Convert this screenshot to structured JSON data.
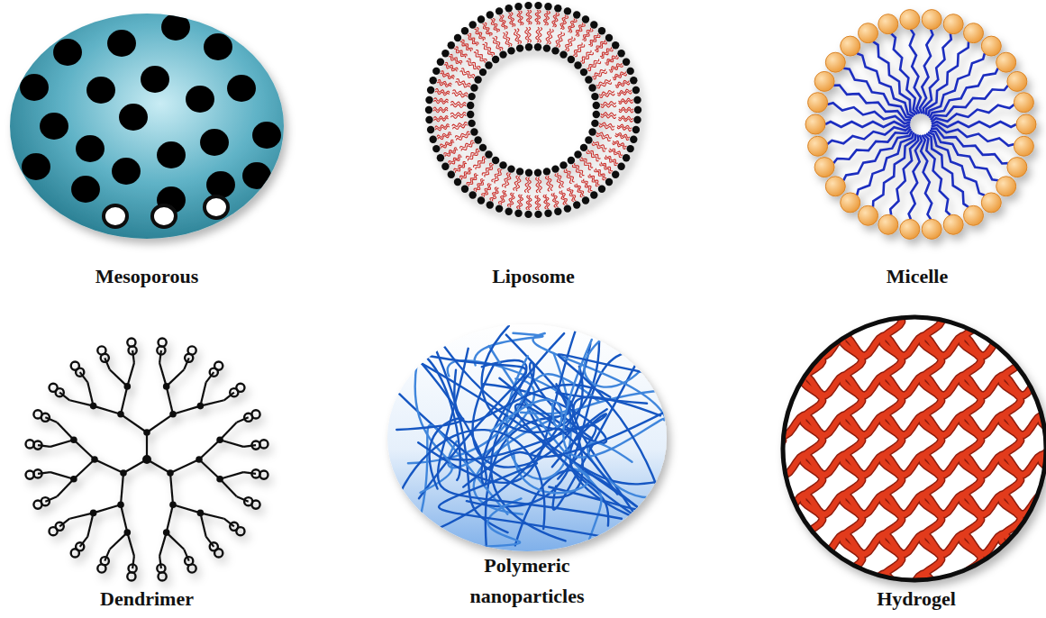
{
  "diagram": {
    "labels": [
      "Mesoporous",
      "Liposome",
      "Micelle",
      "Dendrimer",
      "Polymeric nanoparticles",
      "Hydrogel"
    ]
  }
}
